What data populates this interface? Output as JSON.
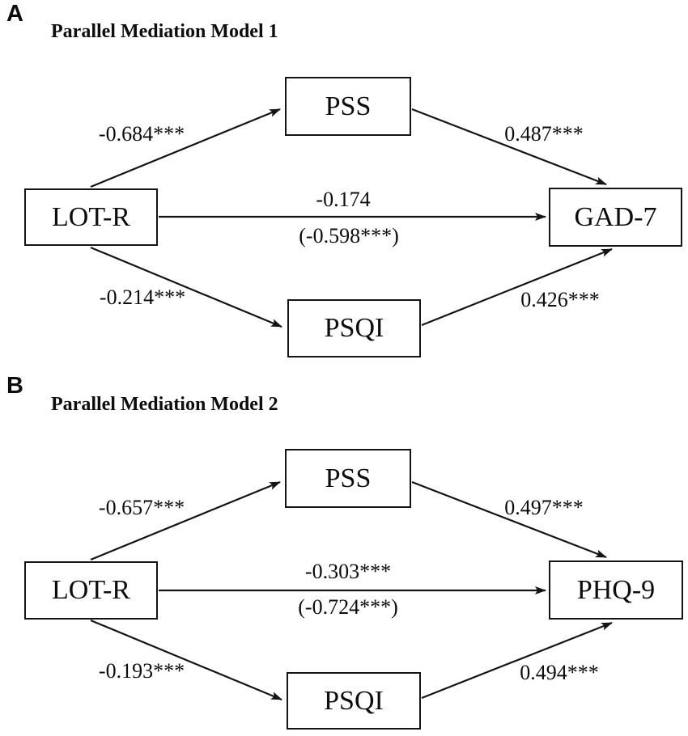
{
  "figure": {
    "background_color": "#ffffff",
    "line_color": "#141414",
    "text_color": "#0d0d0d"
  },
  "panels": [
    {
      "letter": "A",
      "title": "Parallel Mediation Model 1",
      "predictor": "LOT-R",
      "mediator_top": "PSS",
      "mediator_bottom": "PSQI",
      "outcome": "GAD-7",
      "paths": {
        "predictor_to_mediator_top": "-0.684***",
        "mediator_top_to_outcome": "0.487***",
        "direct_effect": "-0.174",
        "total_effect": "(-0.598***)",
        "predictor_to_mediator_bottom": "-0.214***",
        "mediator_bottom_to_outcome": "0.426***"
      }
    },
    {
      "letter": "B",
      "title": "Parallel Mediation Model 2",
      "predictor": "LOT-R",
      "mediator_top": "PSS",
      "mediator_bottom": "PSQI",
      "outcome": "PHQ-9",
      "paths": {
        "predictor_to_mediator_top": "-0.657***",
        "mediator_top_to_outcome": "0.497***",
        "direct_effect": "-0.303***",
        "total_effect": "(-0.724***)",
        "predictor_to_mediator_bottom": "-0.193***",
        "mediator_bottom_to_outcome": "0.494***"
      }
    }
  ]
}
